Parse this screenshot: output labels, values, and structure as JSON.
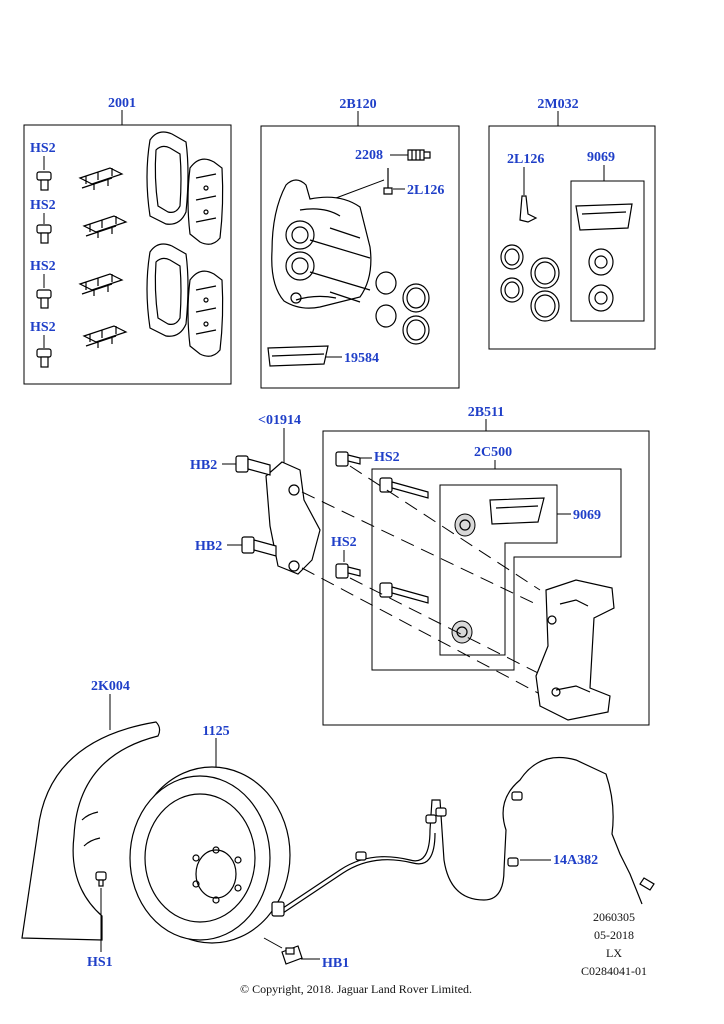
{
  "callouts": {
    "pad_kit": "2001",
    "caliper": "2B120",
    "caliper_repair_kit": "2M032",
    "hs2_a": "HS2",
    "hs2_b": "HS2",
    "hs2_c": "HS2",
    "hs2_d": "HS2",
    "bleed_screw": "2208",
    "bleed_cap": "2L126",
    "dust_cap_kit": "2L126",
    "grease_kit_top": "9069",
    "grease_pack": "19584",
    "shield_bracket": "<01914",
    "hb2_upper": "HB2",
    "hb2_lower": "HB2",
    "carrier_assembly": "2B511",
    "hs2_carrier_top": "HS2",
    "hs2_carrier_low": "HS2",
    "guide_pin_kit": "2C500",
    "grease_kit_carrier": "9069",
    "splash_shield": "2K004",
    "disc": "1125",
    "wear_sensor": "14A382",
    "hs1": "HS1",
    "hb1": "HB1"
  },
  "footer": {
    "code": "2060305",
    "date": "05-2018",
    "variant": "LX",
    "ref": "C0284041-01",
    "copyright": "© Copyright, 2018. Jaguar Land Rover Limited."
  }
}
